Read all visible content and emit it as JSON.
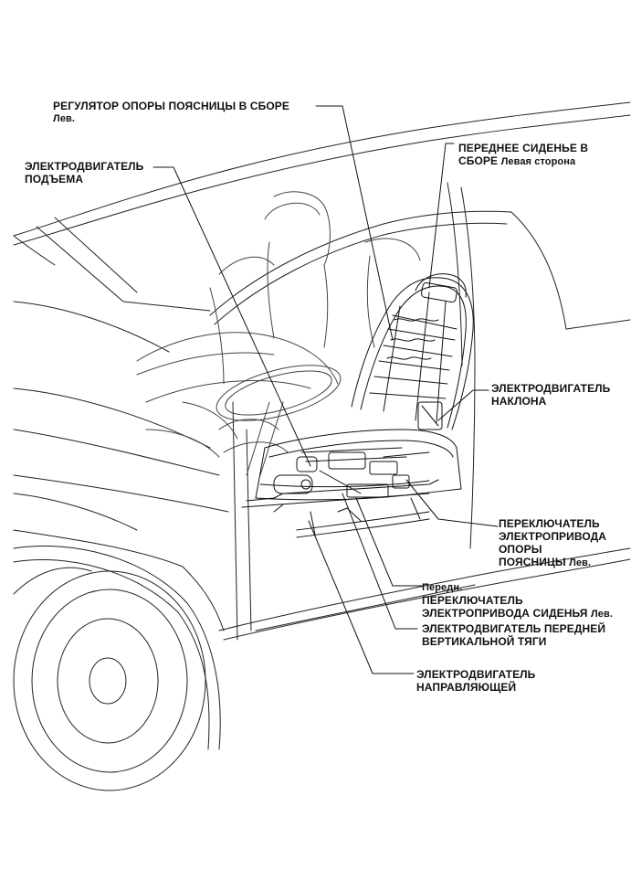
{
  "labels": {
    "lumbar_support": {
      "line1": "РЕГУЛЯТОР ОПОРЫ ПОЯСНИЦЫ В СБОРЕ",
      "line2": "Лев."
    },
    "lifter_motor": {
      "line1": "ЭЛЕКТРОДВИГАТЕЛЬ",
      "line2": "ПОДЪЕМА"
    },
    "front_seat": {
      "line1": "ПЕРЕДНЕЕ СИДЕНЬЕ В",
      "line2a": "СБОРЕ",
      "line2b": "Левая сторона"
    },
    "recline_motor": {
      "line1": "ЭЛЕКТРОДВИГАТЕЛЬ",
      "line2": "НАКЛОНА"
    },
    "lumbar_switch": {
      "line1": "ПЕРЕКЛЮЧАТЕЛЬ",
      "line2": "ЭЛЕКТРОПРИВОДА",
      "line3": "ОПОРЫ",
      "line4a": "ПОЯСНИЦЫ",
      "line4b": "Лев."
    },
    "seat_switch": {
      "line1": "Передн.",
      "line2": "ПЕРЕКЛЮЧАТЕЛЬ",
      "line3a": "ЭЛЕКТРОПРИВОДА СИДЕНЬЯ",
      "line3b": "Лев."
    },
    "front_vertical_motor": {
      "line1": "ЭЛЕКТРОДВИГАТЕЛЬ ПЕРЕДНЕЙ",
      "line2": "ВЕРТИКАЛЬНОЙ ТЯГИ"
    },
    "slide_motor": {
      "line1": "ЭЛЕКТРОДВИГАТЕЛЬ",
      "line2": "НАПРАВЛЯЮЩЕЙ"
    }
  }
}
